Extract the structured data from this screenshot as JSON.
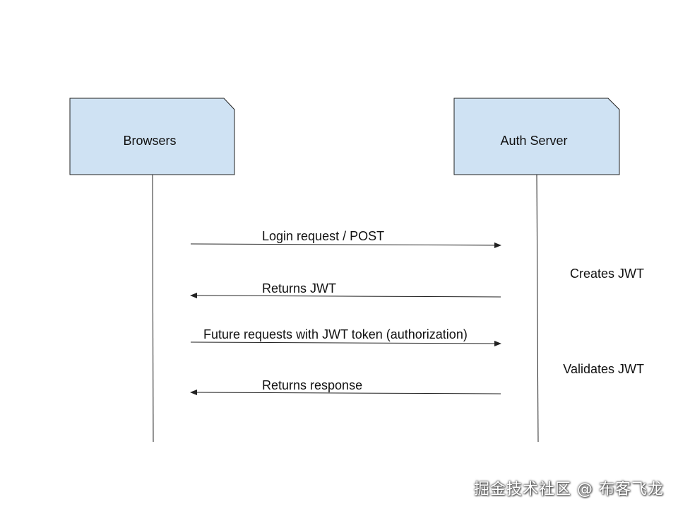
{
  "participants": [
    {
      "id": "browsers",
      "label": "Browsers"
    },
    {
      "id": "auth_server",
      "label": "Auth Server"
    }
  ],
  "messages": [
    {
      "label": "Login request / POST",
      "from": "browsers",
      "to": "auth_server"
    },
    {
      "label": "Returns JWT",
      "from": "auth_server",
      "to": "browsers"
    },
    {
      "label": "Future requests with JWT token (authorization)",
      "from": "browsers",
      "to": "auth_server"
    },
    {
      "label": "Returns response",
      "from": "auth_server",
      "to": "browsers"
    }
  ],
  "notes": [
    {
      "label": "Creates JWT",
      "participant": "auth_server"
    },
    {
      "label": "Validates JWT",
      "participant": "auth_server"
    }
  ],
  "colors": {
    "box_fill": "#cfe2f3",
    "stroke": "#222222"
  },
  "watermark": "掘金技术社区 @ 布客飞龙"
}
